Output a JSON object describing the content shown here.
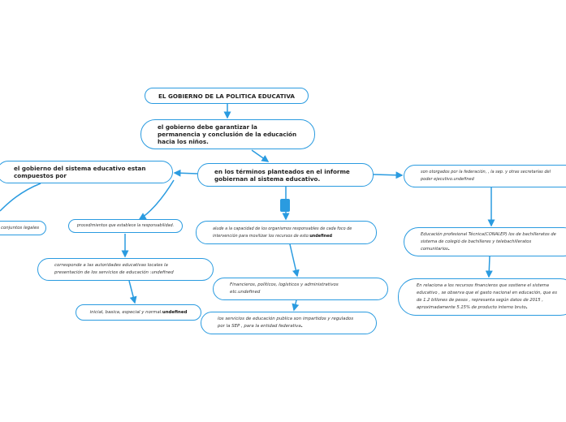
{
  "nodes": {
    "title": "EL GOBIERNO DE LA POLITICA EDUCATIVA",
    "permanencia": "el gobierno debe garantizar la permanencia y conclusión de la educación hacia los niños.",
    "terminos": "en los términos planteados en el informe gobiernan al sistema educativo.",
    "compuestos": "el gobierno del sistema educativo estan compuestos por",
    "conjuntos": "conjuntos legales",
    "procedimientos": "procedimientos que establece la responsabilidad.",
    "corresponde": "corresponde a las autoridades educativas locales la presentación de los servicios de educación :undefined",
    "inicial": "inicial, basica, especial y normal.",
    "inicial_suffix": "undefined",
    "alude": "alude a la capacidad de los organismos responsables de cada foco de intervención para movilizar los recursos de esto:",
    "alude_suffix": "undefined",
    "financieros": "Financieros, políticos, logísticos y administrativos etc.undefined",
    "servicios": "los servicios de educación publica son impartidos y regulados por la SEP , para la entidad federativa",
    "servicios_suffix": ".",
    "otorgados": "son otorgados por la federación, , la sep. y otras secretarías del poder ejecutivo.undefined",
    "conalep": "Educación  profesional Técnica(CONALEP)  los de bachilleratos de sistema de colegió de bachilleres y telebachilleratos comunitarios",
    "conalep_suffix": ".",
    "recursos": "En relaciona a los recursos financieros que sostiene el sistema educativo , se observa que el gasto nacional en educación, que es de 1.2 billones de pesos , represanta según datos de 2015 , aproximadamente 5.15% de producto interno bruto",
    "recursos_suffix": "."
  },
  "colors": {
    "accent": "#2a9be0"
  }
}
